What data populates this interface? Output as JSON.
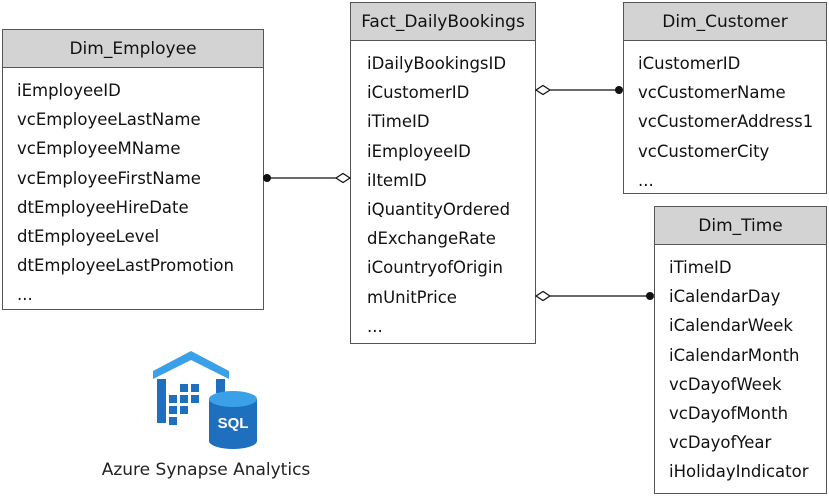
{
  "colors": {
    "header_bg": "#d3d3d3",
    "border": "#555555",
    "azure_dark": "#1f6fbf",
    "azure_light": "#3aa0e8"
  },
  "entities": {
    "employee": {
      "name": "Dim_Employee",
      "fields": [
        "iEmployeeID",
        "vcEmployeeLastName",
        "vcEmployeeMName",
        "vcEmployeeFirstName",
        "dtEmployeeHireDate",
        "dtEmployeeLevel",
        "dtEmployeeLastPromotion",
        "..."
      ]
    },
    "fact": {
      "name": "Fact_DailyBookings",
      "fields": [
        "iDailyBookingsID",
        "iCustomerID",
        "iTimeID",
        "iEmployeeID",
        "iItemID",
        "iQuantityOrdered",
        "dExchangeRate",
        "iCountryofOrigin",
        "mUnitPrice",
        "..."
      ]
    },
    "customer": {
      "name": "Dim_Customer",
      "fields": [
        "iCustomerID",
        "vcCustomerName",
        "vcCustomerAddress1",
        "vcCustomerCity",
        "..."
      ]
    },
    "time": {
      "name": "Dim_Time",
      "fields": [
        "iTimeID",
        "iCalendarDay",
        "iCalendarWeek",
        "iCalendarMonth",
        "vcDayofWeek",
        "vcDayofMonth",
        "vcDayofYear",
        "iHolidayIndicator"
      ]
    }
  },
  "relationships": [
    {
      "from": "employee",
      "to": "fact",
      "key": "iEmployeeID"
    },
    {
      "from": "fact",
      "to": "customer",
      "key": "iCustomerID"
    },
    {
      "from": "fact",
      "to": "time",
      "key": "iTimeID"
    }
  ],
  "logo": {
    "icon": "azure-synapse-icon",
    "badge_text": "SQL",
    "caption": "Azure Synapse Analytics"
  }
}
